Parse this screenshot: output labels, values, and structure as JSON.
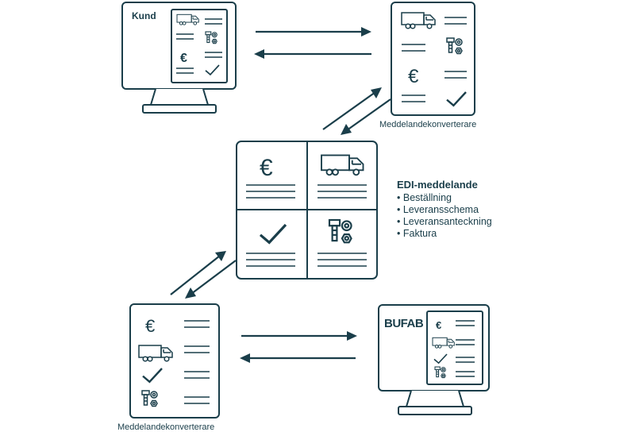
{
  "labels": {
    "customer": "Kund",
    "converter_top": "Meddelandekonverterare",
    "converter_bottom": "Meddelandekonverterare",
    "brand": "BUFAB"
  },
  "edi": {
    "title": "EDI-meddelande",
    "items": [
      "Beställning",
      "Leveransschema",
      "Leveransanteckning",
      "Faktura"
    ]
  },
  "icons": {
    "euro": "€"
  },
  "colors": {
    "line": "#1a3e4a",
    "background": "#ffffff"
  }
}
